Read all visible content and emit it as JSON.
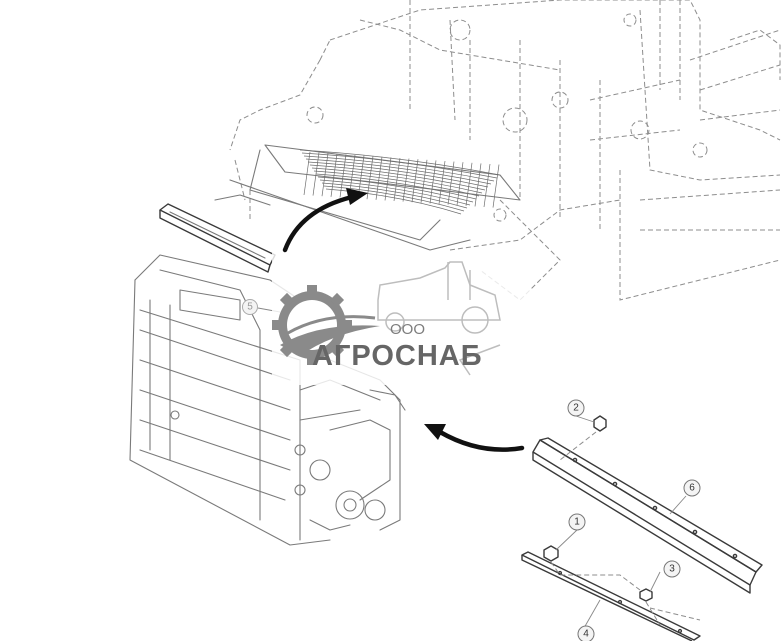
{
  "watermark": {
    "company_prefix": "ООО",
    "company_name": "АГРОСНАБ"
  },
  "callouts": [
    {
      "id": "callout-1",
      "label": "1"
    },
    {
      "id": "callout-2",
      "label": "2"
    },
    {
      "id": "callout-3",
      "label": "3"
    },
    {
      "id": "callout-4",
      "label": "4"
    },
    {
      "id": "callout-5",
      "label": "5"
    },
    {
      "id": "callout-6",
      "label": "6"
    }
  ]
}
